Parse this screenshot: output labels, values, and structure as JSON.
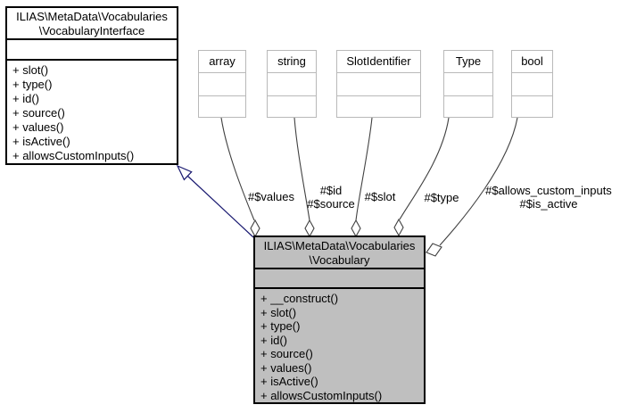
{
  "diagram": {
    "interface_class": {
      "title_line1": "ILIAS\\MetaData\\Vocabularies",
      "title_line2": "\\VocabularyInterface",
      "methods": [
        "+ slot()",
        "+ type()",
        "+ id()",
        "+ source()",
        "+ values()",
        "+ isActive()",
        "+ allowsCustomInputs()"
      ]
    },
    "main_class": {
      "title_line1": "ILIAS\\MetaData\\Vocabularies",
      "title_line2": "\\Vocabulary",
      "methods": [
        "+ __construct()",
        "+ slot()",
        "+ type()",
        "+ id()",
        "+ source()",
        "+ values()",
        "+ isActive()",
        "+ allowsCustomInputs()"
      ]
    },
    "type_nodes": [
      {
        "label": "array"
      },
      {
        "label": "string"
      },
      {
        "label": "SlotIdentifier"
      },
      {
        "label": "Type"
      },
      {
        "label": "bool"
      }
    ],
    "edge_labels": {
      "values": "#$values",
      "id": "#$id",
      "source": "#$source",
      "slot": "#$slot",
      "type": "#$type",
      "allows_custom_inputs": "#$allows_custom_inputs",
      "is_active": "#$is_active"
    },
    "colors": {
      "background": "#ffffff",
      "class_border": "#000000",
      "main_class_fill": "#bfbfbf",
      "type_node_border": "#b9b9b9",
      "aggregation_edge": "#404040",
      "inheritance_edge": "#191970"
    }
  }
}
